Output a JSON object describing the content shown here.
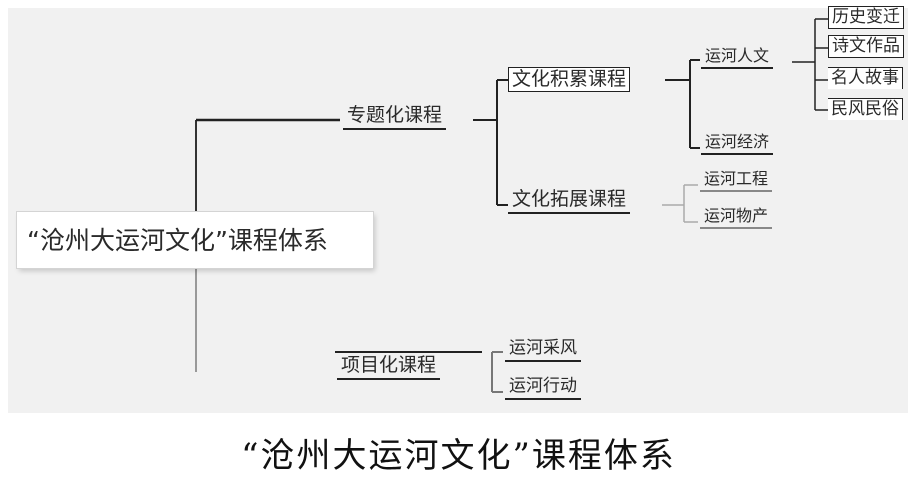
{
  "diagram": {
    "root": {
      "label": "“沧州大运河文化”课程体系"
    },
    "branches": [
      {
        "label": "专题化课程",
        "children": [
          {
            "label": "文化积累课程",
            "children": [
              {
                "label": "运河人文",
                "children": [
                  "历史变迁",
                  "诗文作品",
                  "名人故事",
                  "民风民俗"
                ]
              },
              {
                "label": "运河经济"
              }
            ]
          },
          {
            "label": "文化拓展课程",
            "children": [
              "运河工程",
              "运河物产"
            ]
          }
        ]
      },
      {
        "label": "项目化课程",
        "children": [
          "运河采风",
          "运河行动"
        ]
      }
    ]
  },
  "caption": "“沧州大运河文化”课程体系"
}
